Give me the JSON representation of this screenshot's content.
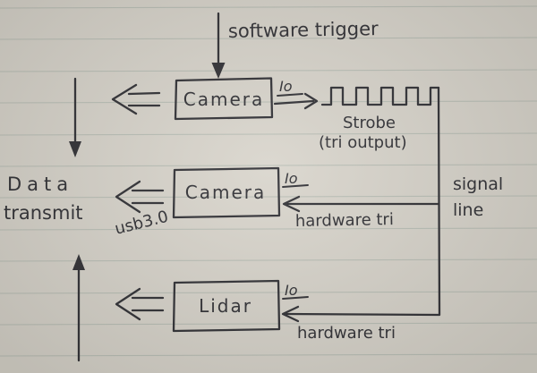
{
  "labels": {
    "software_trigger": "software trigger",
    "camera1": "Camera",
    "camera1_io": "Io",
    "strobe": "Strobe",
    "strobe_sub": "(tri output)",
    "signal_1": "signal",
    "signal_2": "line",
    "camera2": "Camera",
    "camera2_io": "Io",
    "hw_tri_camera2": "hardware tri",
    "usb": "usb3.0",
    "data_1": "Data",
    "data_2": "transmit",
    "lidar": "Lidar",
    "lidar_io": "Io",
    "hw_tri_lidar": "hardware tri"
  },
  "colors": {
    "ink": "#2b2b30",
    "paper": "#d8d4cb",
    "rule_line": "#a9b3aa"
  }
}
